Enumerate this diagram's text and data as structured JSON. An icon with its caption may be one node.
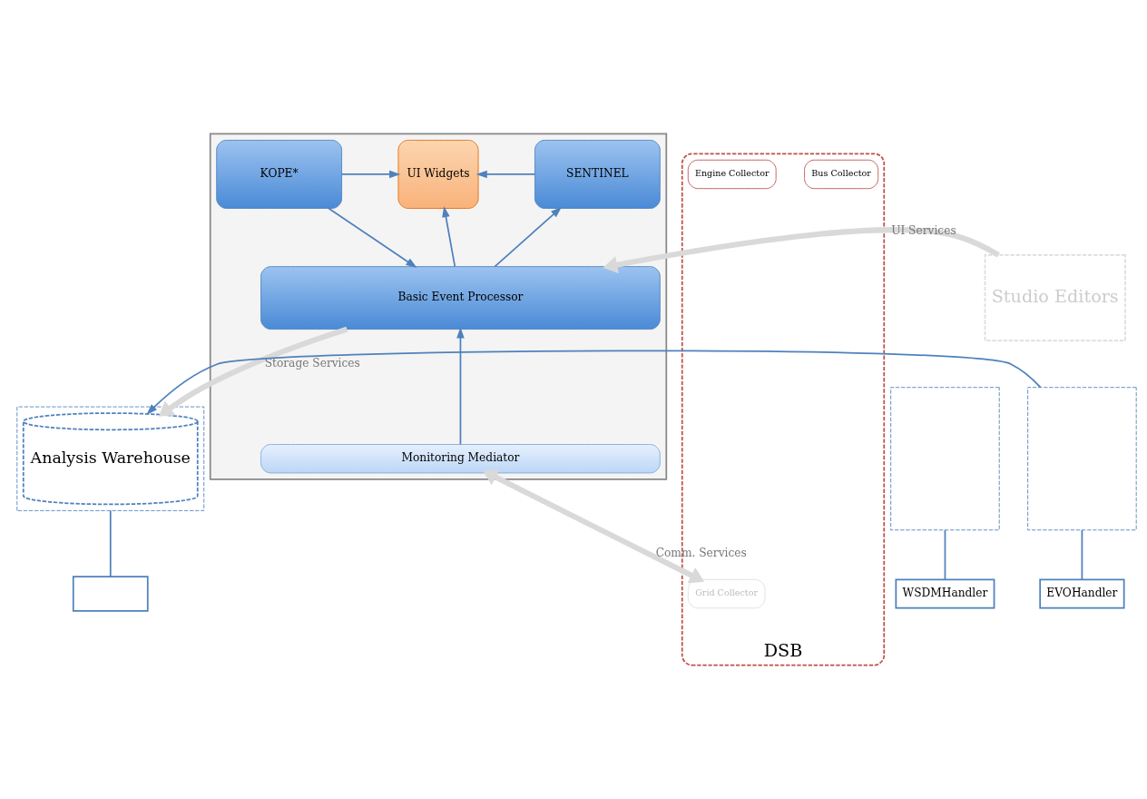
{
  "diagram": {
    "nodes": [
      {
        "text": [],
        "shape": "box"
      },
      {
        "text": [
          "KOPE*"
        ],
        "in": 0
      },
      {
        "text": [
          "UI Widgets"
        ],
        "in": 0
      },
      {
        "text": [
          "SENTINEL"
        ],
        "in": 0
      },
      {
        "text": [
          "Basic Event Processor"
        ],
        "in": 0
      },
      {
        "text": [
          "Monitoring Mediator"
        ],
        "in": 0
      },
      {
        "text": [
          "Studio Editors"
        ]
      },
      {
        "text": [],
        "shape": "box"
      },
      {
        "text": [
          "Analysis Warehouse"
        ],
        "in": 7
      },
      {
        "text": [],
        "shape": "box"
      },
      {
        "text": [],
        "shape": "box"
      },
      {
        "text": [
          "DSB"
        ]
      },
      {
        "text": [
          "Bus Collector"
        ],
        "in": 11
      },
      {
        "text": [
          "Grid Collector"
        ],
        "in": 11
      },
      {
        "text": [
          "Engine Collector"
        ],
        "in": 11
      },
      {
        "text": [
          "WSDMHandler"
        ]
      },
      {
        "text": [
          "EVOHandler"
        ]
      },
      {
        "text": [],
        "shape": "box"
      }
    ],
    "edges": [
      {
        "from": 1,
        "to": 2,
        "arrow": "to"
      },
      {
        "from": 3,
        "to": 2,
        "arrow": "to"
      },
      {
        "from": 1,
        "to": 4,
        "arrow": "to"
      },
      {
        "from": 4,
        "to": 2,
        "arrow": "to"
      },
      {
        "from": 4,
        "to": 3,
        "arrow": "to"
      },
      {
        "from": 5,
        "to": 4,
        "arrow": "to"
      },
      {
        "from": 6,
        "to": 4,
        "arrow": "to",
        "label": "UI Services",
        "style": "thick",
        "color": "#d9d9d9"
      },
      {
        "from": 4,
        "to": 8,
        "arrow": "to",
        "label": "Storage Services",
        "style": "thick",
        "color": "#d9d9d9"
      },
      {
        "from": 5,
        "to": 13,
        "arrow": "both",
        "label": "Comm. Services",
        "style": "thick",
        "color": "#d9d9d9"
      },
      {
        "from": 10,
        "to": 8,
        "arrow": "to"
      },
      {
        "from": 15,
        "to": 9,
        "arrow": "none"
      },
      {
        "from": 16,
        "to": 10,
        "arrow": "none"
      },
      {
        "from": 17,
        "to": 7,
        "arrow": "none"
      }
    ]
  }
}
